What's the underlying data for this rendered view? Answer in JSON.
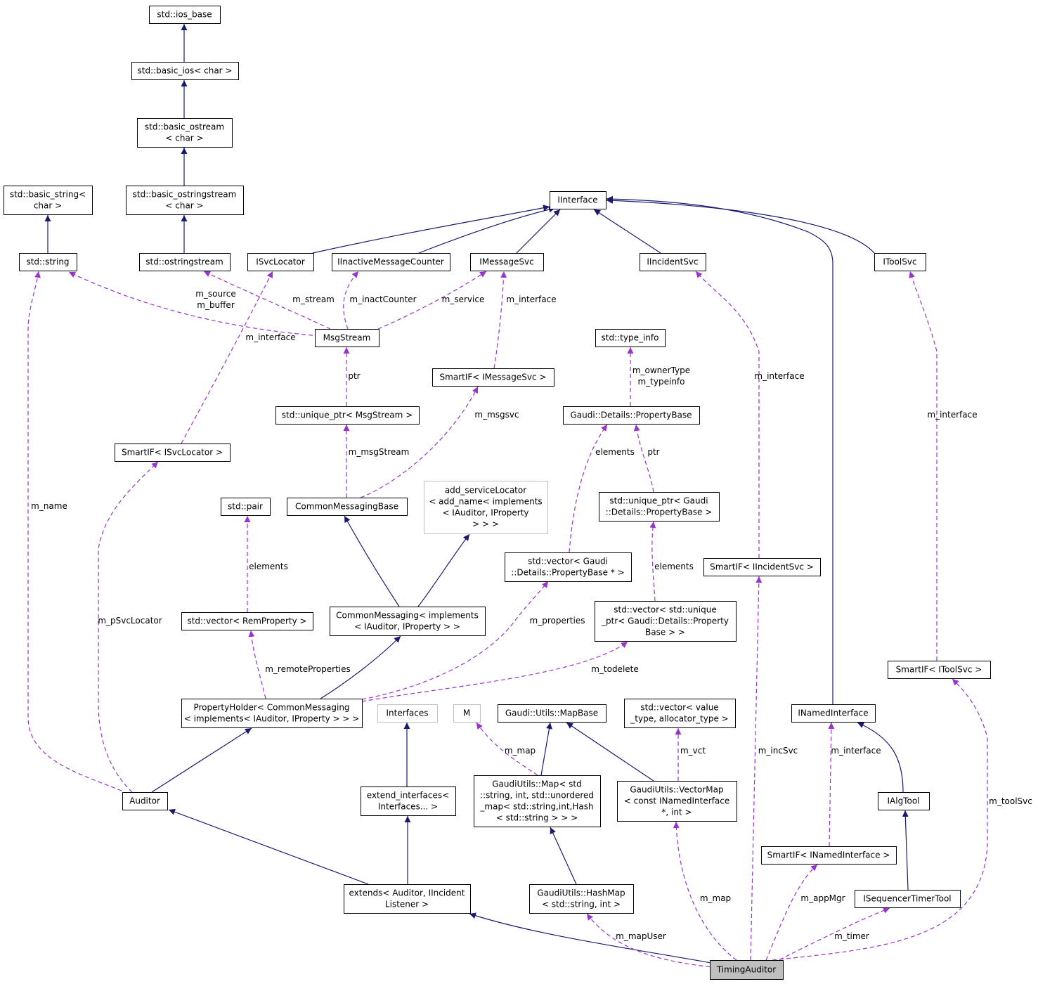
{
  "colors": {
    "inheritance_edge": "#191970",
    "usage_edge": "#9a32cd",
    "focus_fill": "#bfbfbf",
    "ghost_border": "#bfbfbf"
  },
  "nodes": {
    "ios_base": [
      "std::ios_base"
    ],
    "basic_ios": [
      "std::basic_ios< char >"
    ],
    "basic_ostream": [
      "std::basic_ostream",
      "< char >"
    ],
    "basic_ostringstream": [
      "std::basic_ostringstream",
      "< char >"
    ],
    "basic_string": [
      "std::basic_string<",
      "char >"
    ],
    "std_string": [
      "std::string"
    ],
    "ostringstream": [
      "std::ostringstream"
    ],
    "iinterface": [
      "IInterface"
    ],
    "isvclocator": [
      "ISvcLocator"
    ],
    "iinactive": [
      "IInactiveMessageCounter"
    ],
    "imessagesvc": [
      "IMessageSvc"
    ],
    "iincidentsvc": [
      "IIncidentSvc"
    ],
    "itoolsvc": [
      "IToolSvc"
    ],
    "msgstream": [
      "MsgStream"
    ],
    "type_info": [
      "std::type_info"
    ],
    "smartif_imsgsvc": [
      "SmartIF< IMessageSvc >"
    ],
    "unique_ptr_msg": [
      "std::unique_ptr< MsgStream >"
    ],
    "propertybase": [
      "Gaudi::Details::PropertyBase"
    ],
    "smartif_isvcloc": [
      "SmartIF< ISvcLocator >"
    ],
    "add_servicelocator": [
      "add_serviceLocator",
      "< add_name< implements",
      "< IAuditor, IProperty",
      "> > >"
    ],
    "std_pair": [
      "std::pair"
    ],
    "commonmessagingbase": [
      "CommonMessagingBase"
    ],
    "unique_ptr_prop": [
      "std::unique_ptr< Gaudi",
      "::Details::PropertyBase >"
    ],
    "vector_propbase": [
      "std::vector< Gaudi",
      "::Details::PropertyBase * >"
    ],
    "smartif_iincident": [
      "SmartIF< IIncidentSvc >"
    ],
    "vector_remprop": [
      "std::vector< RemProperty >"
    ],
    "commonmessaging": [
      "CommonMessaging< implements",
      "< IAuditor, IProperty > >"
    ],
    "vector_uniqueptr": [
      "std::vector< std::unique",
      "_ptr< Gaudi::Details::Property",
      "Base > >"
    ],
    "smartif_itoolsvc": [
      "SmartIF< IToolSvc >"
    ],
    "propertyholder": [
      "PropertyHolder< CommonMessaging",
      "< implements< IAuditor, IProperty > > >"
    ],
    "interfaces": [
      "Interfaces"
    ],
    "m_node": [
      "M"
    ],
    "mapbase": [
      "Gaudi::Utils::MapBase"
    ],
    "vector_value": [
      "std::vector< value",
      "_type, allocator_type >"
    ],
    "inamedinterface": [
      "INamedInterface"
    ],
    "auditor": [
      "Auditor"
    ],
    "extend_interfaces": [
      "extend_interfaces<",
      "Interfaces... >"
    ],
    "gaudiutils_map": [
      "GaudiUtils::Map< std",
      "::string, int, std::unordered",
      "_map< std::string,int,Hash",
      "< std::string > > >"
    ],
    "vectormap": [
      "GaudiUtils::VectorMap",
      "< const INamedInterface",
      "*, int >"
    ],
    "ialgtool": [
      "IAlgTool"
    ],
    "smartif_inamed": [
      "SmartIF< INamedInterface >"
    ],
    "extends": [
      "extends< Auditor, IIncident",
      "Listener >"
    ],
    "hashmap": [
      "GaudiUtils::HashMap",
      "< std::string, int >"
    ],
    "isequencer": [
      "ISequencerTimerTool"
    ],
    "timingauditor": [
      "TimingAuditor"
    ]
  },
  "edge_labels": {
    "m_source_buffer": [
      "m_source",
      "m_buffer"
    ],
    "m_stream": [
      "m_stream"
    ],
    "m_inactCounter": [
      "m_inactCounter"
    ],
    "m_service": [
      "m_service"
    ],
    "m_interface_msgsvc": [
      "m_interface"
    ],
    "m_interface_svcloc": [
      "m_interface"
    ],
    "ptr_msg": [
      "ptr"
    ],
    "m_ownerType_typeinfo": [
      "m_ownerType",
      "m_typeinfo"
    ],
    "m_interface_incident": [
      "m_interface"
    ],
    "m_interface_toolsvc": [
      "m_interface"
    ],
    "m_msgsvc": [
      "m_msgsvc"
    ],
    "m_msgStream": [
      "m_msgStream"
    ],
    "elements_propbase": [
      "elements"
    ],
    "ptr_prop": [
      "ptr"
    ],
    "m_name": [
      "m_name"
    ],
    "elements_pair": [
      "elements"
    ],
    "elements_uniqueptr": [
      "elements"
    ],
    "m_pSvcLocator": [
      "m_pSvcLocator"
    ],
    "m_properties": [
      "m_properties"
    ],
    "m_remoteProperties": [
      "m_remoteProperties"
    ],
    "m_todelete": [
      "m_todelete"
    ],
    "m_map_M": [
      "m_map"
    ],
    "m_vct": [
      "m_vct"
    ],
    "m_incSvc": [
      "m_incSvc"
    ],
    "m_interface_named": [
      "m_interface"
    ],
    "m_toolSvc": [
      "m_toolSvc"
    ],
    "m_map": [
      "m_map"
    ],
    "m_appMgr": [
      "m_appMgr"
    ],
    "m_mapUser": [
      "m_mapUser"
    ],
    "m_timer": [
      "m_timer"
    ]
  }
}
